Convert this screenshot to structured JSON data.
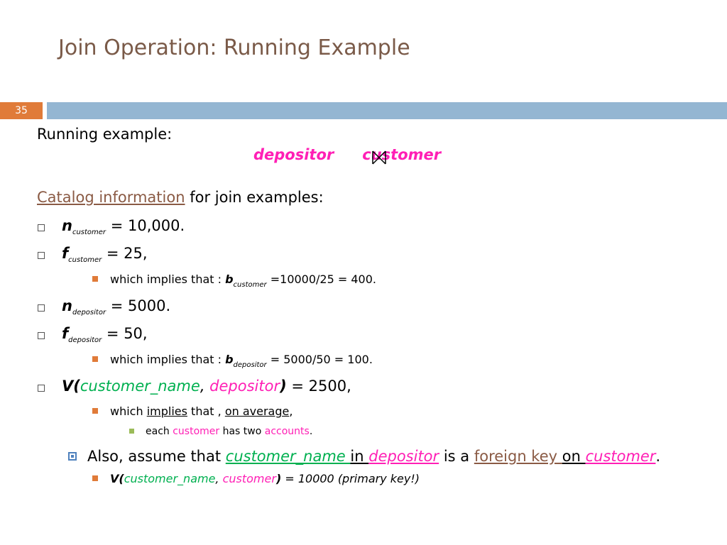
{
  "slide": {
    "title": "Join Operation:  Running Example",
    "number": "35"
  },
  "intro": "Running example:",
  "join": {
    "left": "depositor",
    "right": "customer",
    "symbol_icon": "natural-join-icon"
  },
  "colors": {
    "title": "#7a5a48",
    "accent_orange": "#e07b39",
    "bar_blue": "#94b6d2",
    "pink": "#ff1fb5",
    "green": "#00b050"
  },
  "lines": [
    {
      "id": "catalog-heading",
      "level": "l1",
      "marker": "none",
      "runs": [
        {
          "t": "Catalog information",
          "c": "brown",
          "u": true
        },
        {
          "t": " for join examples:"
        }
      ]
    },
    {
      "id": "n-customer",
      "level": "l1",
      "marker": "box",
      "runs": [
        {
          "t": "n",
          "b": true,
          "i": true
        },
        {
          "t": "customer",
          "sub": true
        },
        {
          "t": " = 10,000."
        }
      ]
    },
    {
      "id": "f-customer",
      "level": "l1",
      "marker": "box",
      "runs": [
        {
          "t": "f",
          "b": true,
          "i": true
        },
        {
          "t": "customer",
          "sub": true
        },
        {
          "t": "  = 25,"
        }
      ]
    },
    {
      "id": "b-customer",
      "level": "l2",
      "marker": "square",
      "runs": [
        {
          "t": "which implies that : "
        },
        {
          "t": "b",
          "b": true,
          "i": true
        },
        {
          "t": "customer",
          "sub": true
        },
        {
          "t": " =10000/25 = 400."
        }
      ]
    },
    {
      "id": "n-depositor",
      "level": "l1",
      "marker": "box",
      "runs": [
        {
          "t": "n",
          "b": true,
          "i": true
        },
        {
          "t": "depositor",
          "sub": true
        },
        {
          "t": " = 5000."
        }
      ]
    },
    {
      "id": "f-depositor",
      "level": "l1",
      "marker": "box",
      "runs": [
        {
          "t": "f",
          "b": true,
          "i": true
        },
        {
          "t": "depositor",
          "sub": true
        },
        {
          "t": "  = 50,"
        }
      ]
    },
    {
      "id": "b-depositor",
      "level": "l2",
      "marker": "square",
      "runs": [
        {
          "t": "which implies that : "
        },
        {
          "t": "b",
          "b": true,
          "i": true
        },
        {
          "t": "depositor",
          "sub": true
        },
        {
          "t": " = 5000/50 = 100."
        }
      ]
    },
    {
      "id": "v-depositor",
      "level": "l1",
      "marker": "box",
      "runs": [
        {
          "t": "V(",
          "b": true,
          "i": true
        },
        {
          "t": "customer_name",
          "i": true,
          "c": "green"
        },
        {
          "t": ", ",
          "i": true
        },
        {
          "t": "depositor",
          "i": true,
          "c": "pink"
        },
        {
          "t": ")",
          "b": true,
          "i": true
        },
        {
          "t": " = 2500,"
        }
      ]
    },
    {
      "id": "on-average",
      "level": "l2",
      "marker": "square",
      "runs": [
        {
          "t": "which "
        },
        {
          "t": "implies",
          "u": true
        },
        {
          "t": " that , "
        },
        {
          "t": "on average",
          "u": true
        },
        {
          "t": ","
        }
      ]
    },
    {
      "id": "two-accounts",
      "level": "l3",
      "marker": "small-square",
      "runs": [
        {
          "t": "each "
        },
        {
          "t": "customer",
          "c": "pink"
        },
        {
          "t": " has two "
        },
        {
          "t": "accounts",
          "c": "pink"
        },
        {
          "t": "."
        }
      ]
    },
    {
      "id": "foreign-key",
      "level": "l1b",
      "marker": "blue-box",
      "runs": [
        {
          "t": "Also, assume that "
        },
        {
          "t": "customer_name ",
          "i": true,
          "c": "green",
          "u": true
        },
        {
          "t": "in ",
          "u": true
        },
        {
          "t": "depositor",
          "i": true,
          "c": "pink",
          "u": true
        },
        {
          "t": " is a "
        },
        {
          "t": "foreign key ",
          "c": "brown",
          "u": true
        },
        {
          "t": "on ",
          "u": true
        },
        {
          "t": "customer",
          "i": true,
          "c": "pink",
          "u": true
        },
        {
          "t": "."
        }
      ]
    },
    {
      "id": "v-customer",
      "level": "l2b",
      "marker": "square",
      "runs": [
        {
          "t": "V(",
          "b": true,
          "i": true
        },
        {
          "t": "customer_name",
          "i": true,
          "c": "green"
        },
        {
          "t": ", ",
          "i": true
        },
        {
          "t": "customer",
          "i": true,
          "c": "pink"
        },
        {
          "t": ")",
          "b": true,
          "i": true
        },
        {
          "t": " = 10000   ",
          "i": true
        },
        {
          "t": "(primary key!)",
          "i": true
        }
      ]
    }
  ]
}
